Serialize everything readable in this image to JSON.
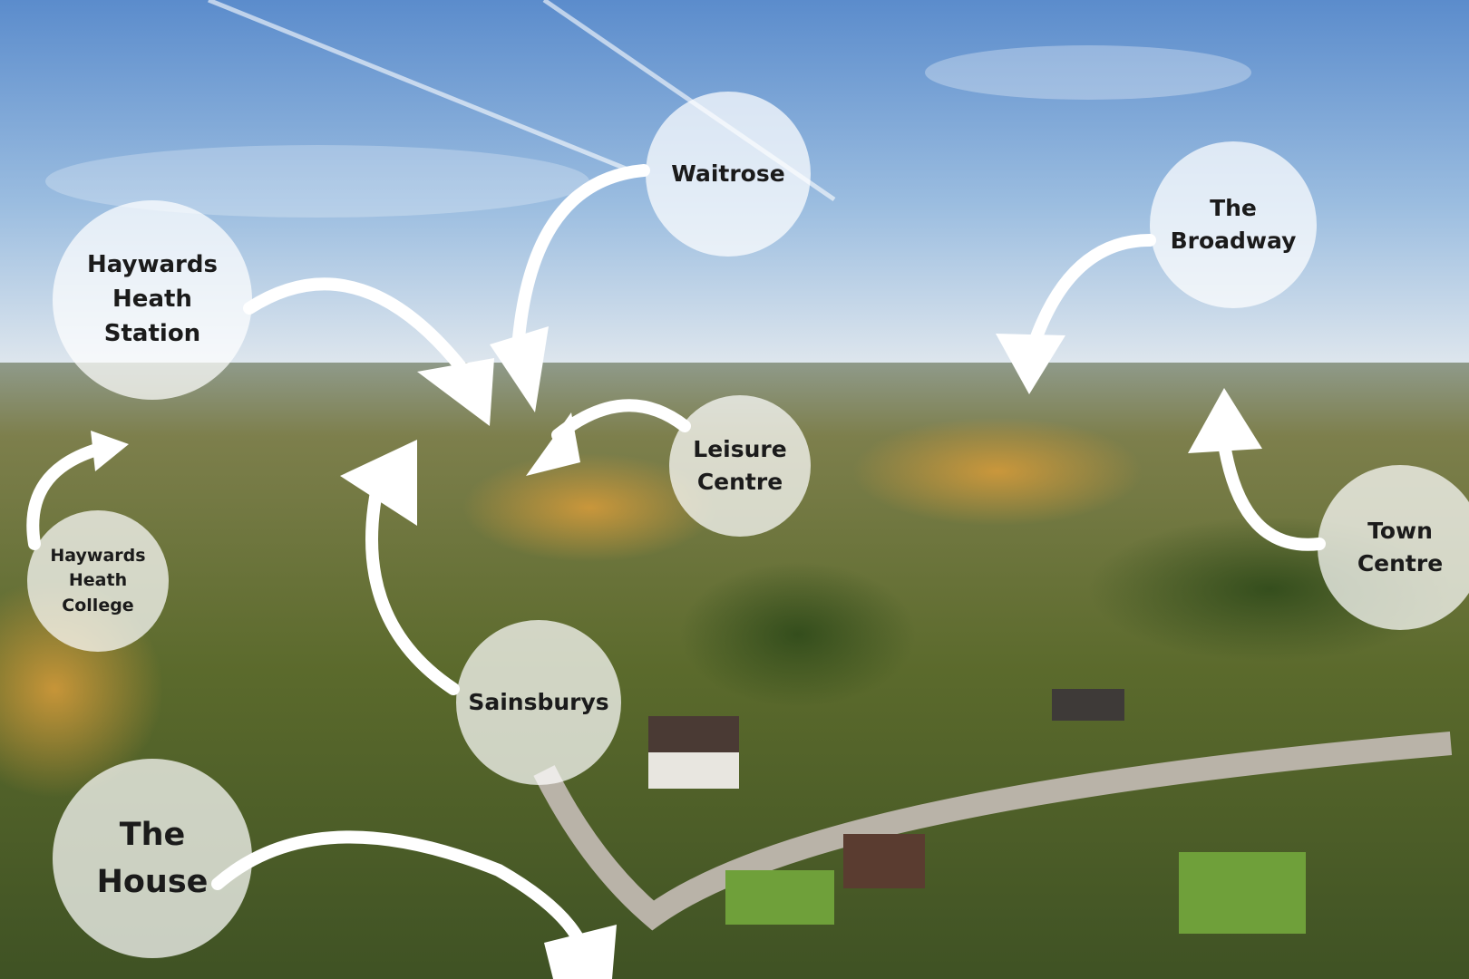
{
  "locations": [
    {
      "id": "waitrose",
      "name": "Waitrose"
    },
    {
      "id": "station",
      "name": "Haywards\nHeath\nStation"
    },
    {
      "id": "broadway",
      "name": "The\nBroadway"
    },
    {
      "id": "leisure",
      "name": "Leisure\nCentre"
    },
    {
      "id": "town",
      "name": "Town\nCentre"
    },
    {
      "id": "college",
      "name": "Haywards\nHeath\nCollege"
    },
    {
      "id": "sainsburys",
      "name": "Sainsburys"
    },
    {
      "id": "house",
      "name": "The\nHouse"
    }
  ],
  "colors": {
    "sky_top": "#5f8fcf",
    "sky_horizon": "#dfe7ee",
    "foliage": "#5d6b2e",
    "autumn": "#c88a2e",
    "label_bg": "#ffffff",
    "arrow": "#ffffff"
  }
}
